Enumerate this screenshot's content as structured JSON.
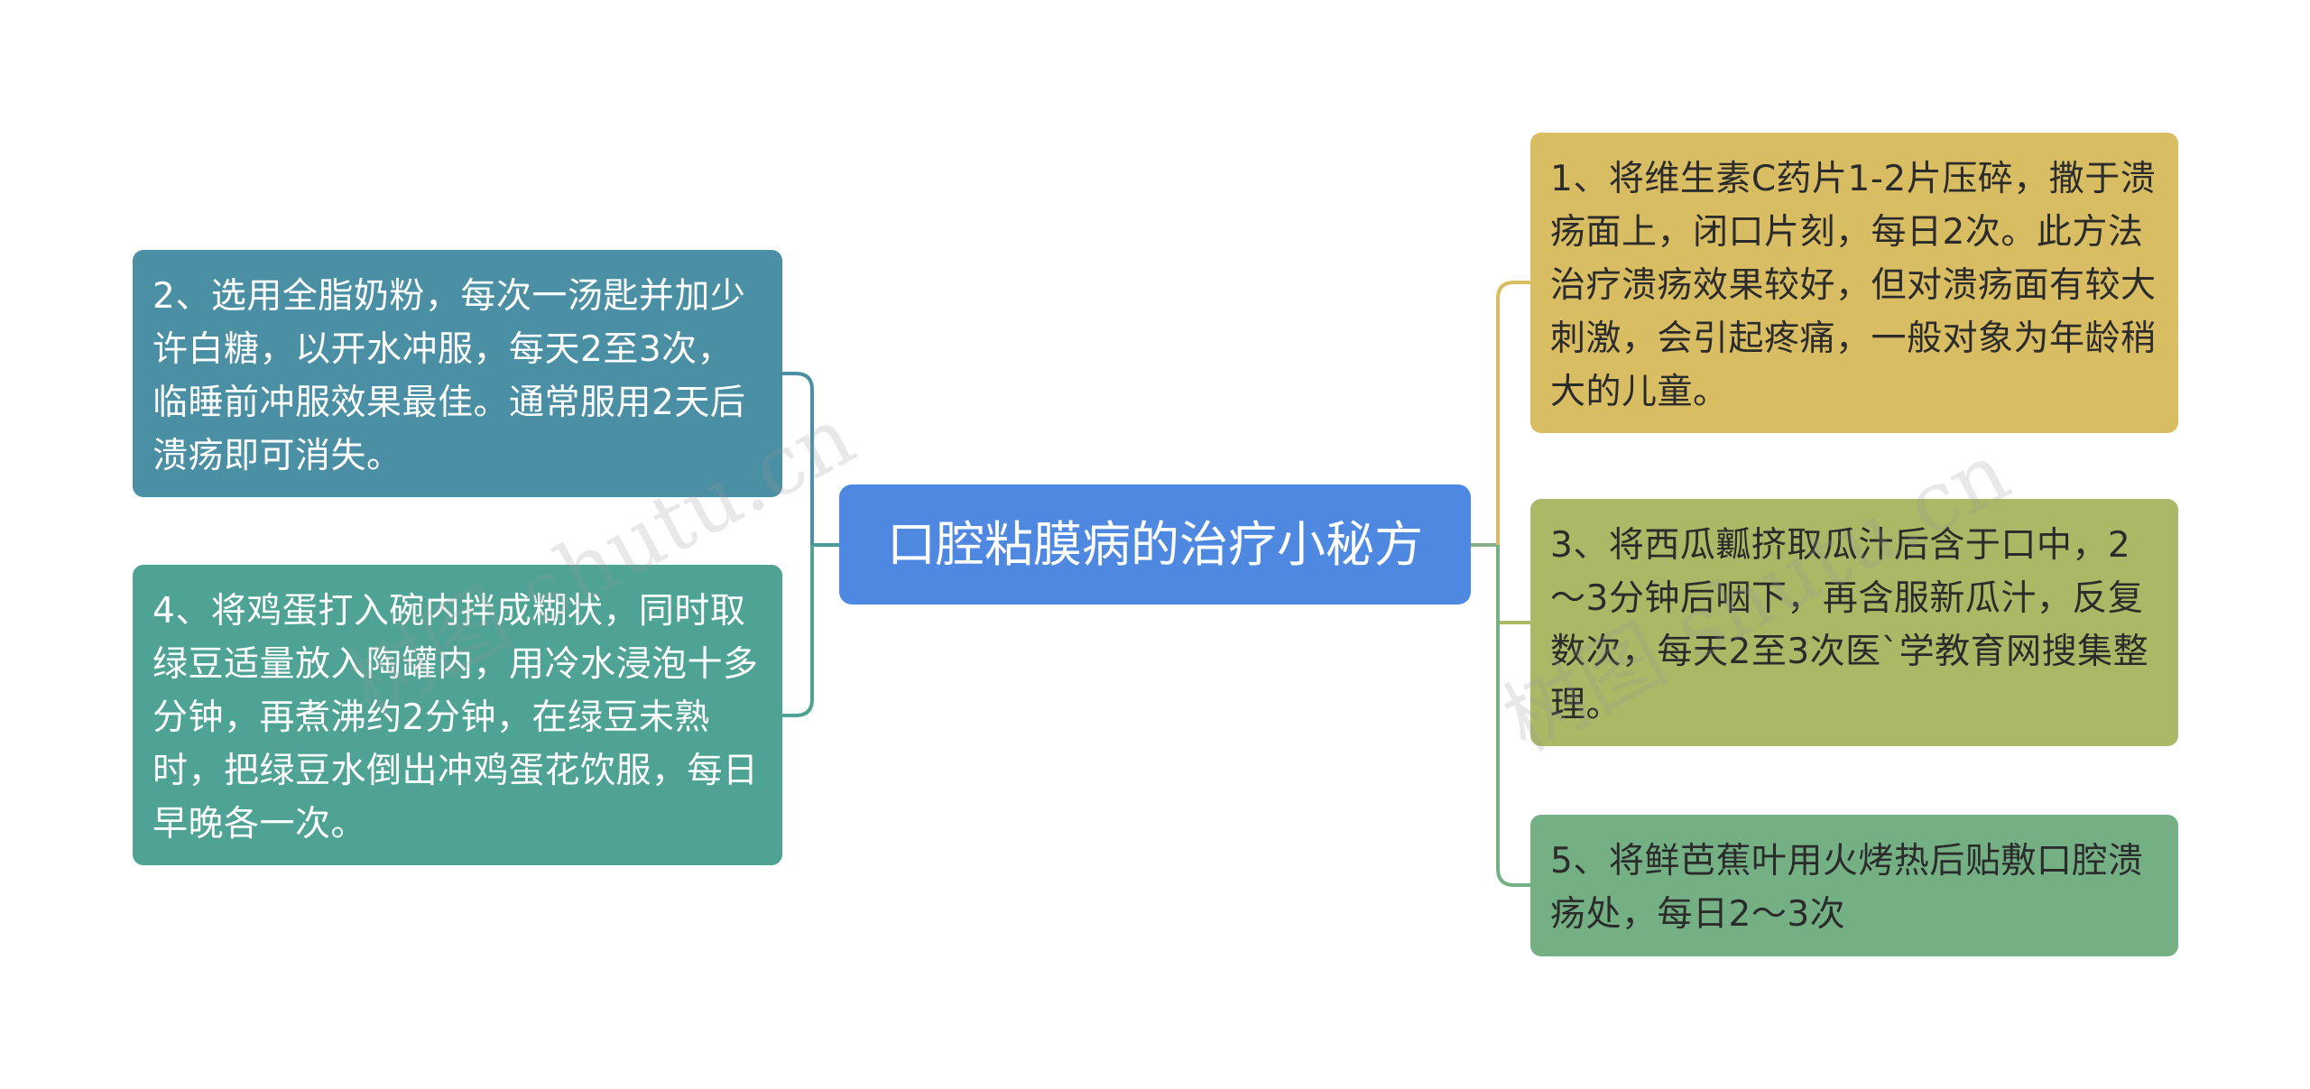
{
  "root": {
    "label": "口腔粘膜病的治疗小秘方",
    "color": "#4e88e0"
  },
  "left_branches": [
    {
      "id": "n2",
      "text": "2、选用全脂奶粉，每次一汤匙并加少许白糖，以开水冲服，每天2至3次，临睡前冲服效果最佳。通常服用2天后溃疡即可消失。",
      "color": "#4a8fa3"
    },
    {
      "id": "n4",
      "text": "4、将鸡蛋打入碗内拌成糊状，同时取绿豆适量放入陶罐内，用冷水浸泡十多分钟，再煮沸约2分钟，在绿豆未熟时，把绿豆水倒出冲鸡蛋花饮服，每日早晚各一次。",
      "color": "#4ea395"
    }
  ],
  "right_branches": [
    {
      "id": "n1",
      "text": "1、将维生素C药片1-2片压碎，撒于溃疡面上，闭口片刻，每日2次。此方法治疗溃疡效果较好，但对溃疡面有较大刺激，会引起疼痛，一般对象为年龄稍大的儿童。",
      "color": "#d9bd63"
    },
    {
      "id": "n3",
      "text": "3、将西瓜瓤挤取瓜汁后含于口中，2～3分钟后咽下，再含服新瓜汁，反复数次，每天2至3次医`学教育网搜集整理。",
      "color": "#abb866"
    },
    {
      "id": "n5",
      "text": "5、将鲜芭蕉叶用火烤热后贴敷口腔溃疡处，每日2～3次",
      "color": "#74b084"
    }
  ],
  "watermarks": [
    "树图 shutu.cn",
    "树图 shutu.cn"
  ]
}
